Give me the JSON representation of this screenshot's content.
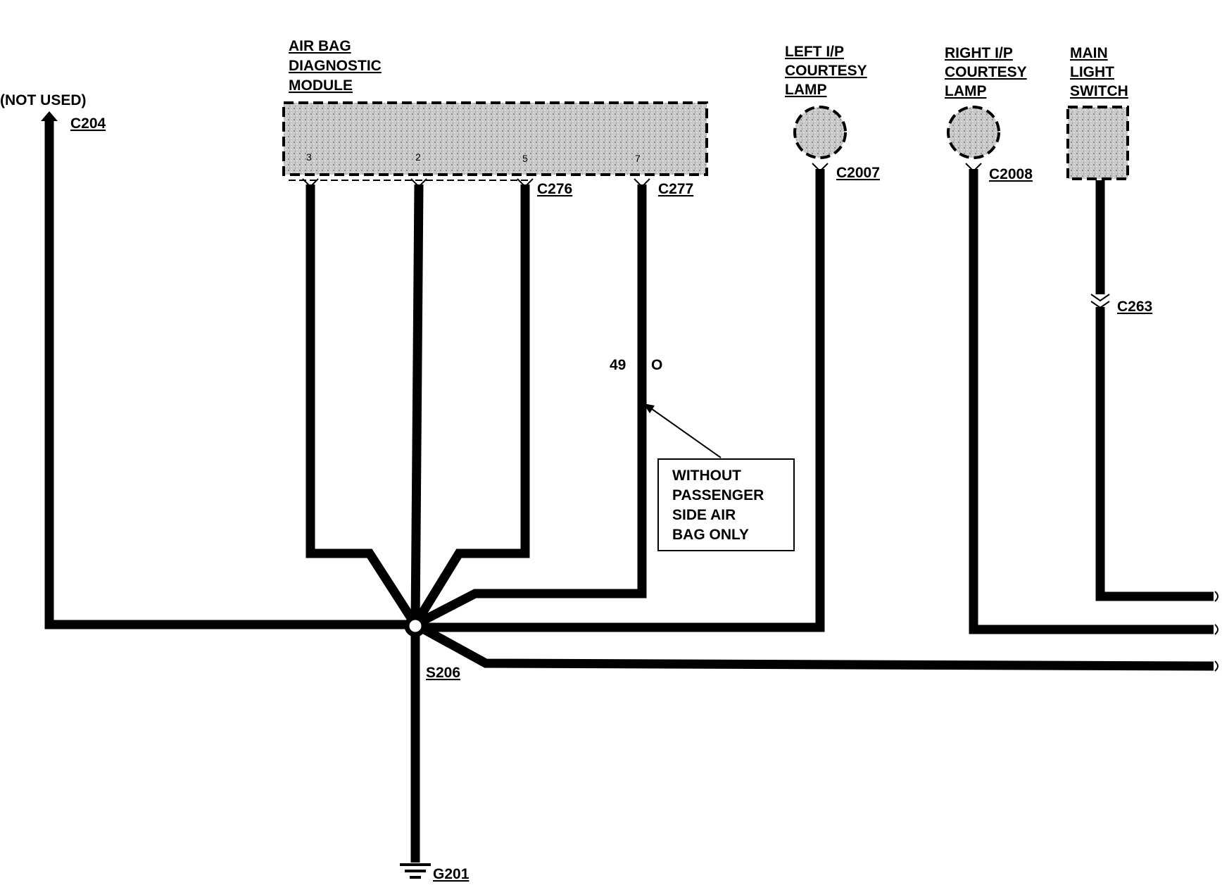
{
  "components": {
    "airbag_module": {
      "name_lines": [
        "AIR BAG",
        "DIAGNOSTIC",
        "MODULE"
      ],
      "pins": [
        "3",
        "2",
        "5",
        "7"
      ]
    },
    "left_lamp": {
      "name_lines": [
        "LEFT I/P",
        "COURTESY",
        "LAMP"
      ]
    },
    "right_lamp": {
      "name_lines": [
        "RIGHT I/P",
        "COURTESY",
        "LAMP"
      ]
    },
    "main_switch": {
      "name_lines": [
        "MAIN",
        "LIGHT",
        "SWITCH"
      ]
    }
  },
  "connectors": {
    "c204": "C204",
    "c276": "C276",
    "c277": "C277",
    "c2007": "C2007",
    "c2008": "C2008",
    "c263": "C263"
  },
  "not_used": "(NOT USED)",
  "splice": "S206",
  "ground": "G201",
  "circuit": {
    "number": "49",
    "color": "O"
  },
  "note_lines": [
    "WITHOUT",
    "PASSENGER",
    "SIDE AIR",
    "BAG ONLY"
  ]
}
